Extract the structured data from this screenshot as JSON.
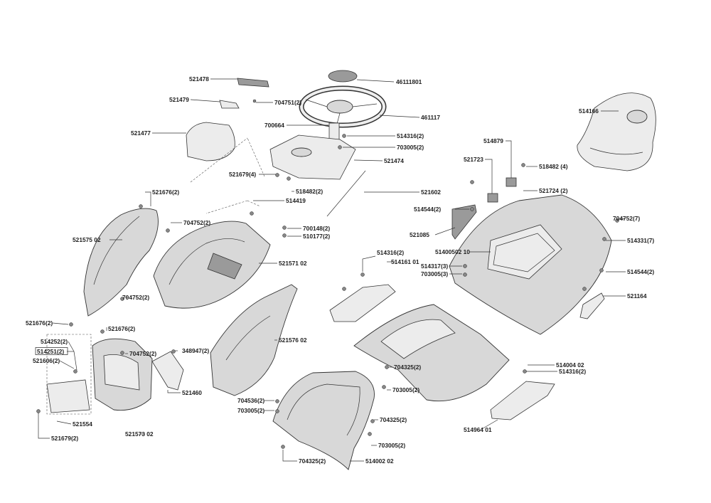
{
  "labels": {
    "l521478": "521478",
    "l46111801": "46111801",
    "l521479": "521479",
    "l704751": "704751(2)",
    "l461117": "461117",
    "l521477": "521477",
    "l700664": "700664",
    "l514316a": "514316(2)",
    "l703005a": "703005(2)",
    "l514166": "514166",
    "l521474": "521474",
    "l514879": "514879",
    "l521723": "521723",
    "l518482a": "518482 (4)",
    "l521679a": "521679(4)",
    "l521724": "521724 (2)",
    "l518482b": "518482(2)",
    "l521602": "521602",
    "l521676a": "521676(2)",
    "l514419": "514419",
    "l514544a": "514544(2)",
    "l704752a": "704752(7)",
    "l704752b": "704752(2)",
    "l521575": "521575 02",
    "l700148": "700148(2)",
    "l510177": "510177(2)",
    "l521085": "521085",
    "l514331": "514331(7)",
    "l514400": "51400502 10",
    "l514316b": "514316(2)",
    "l521571": "521571 02",
    "l514161": "514161 01",
    "l514317": "514317(3)",
    "l703005b": "703005(3)",
    "l514544b": "514544(2)",
    "l704752c": "704752(2)",
    "l521164": "521164",
    "l521676b": "521676(2)",
    "l521676c": "521676(2)",
    "l514252": "514252(2)",
    "l514251": "514251(2)",
    "l704752d": "704752(2)",
    "l348947": "348947(2)",
    "l521606": "521606(2)",
    "l521576": "521576 02",
    "l514004": "514004 02",
    "l514316c": "514316(2)",
    "l704325a": "704325(2)",
    "l703005c": "703005(2)",
    "l521460": "521460",
    "l704536": "704536(2)",
    "l703005d": "703005(2)",
    "l521554": "521554",
    "l521573": "521573 02",
    "l514964": "514964 01",
    "l704325b": "704325(2)",
    "l703005e": "703005(2)",
    "l521679b": "521679(2)",
    "l704325c": "704325(2)",
    "l514002": "514002 02"
  }
}
